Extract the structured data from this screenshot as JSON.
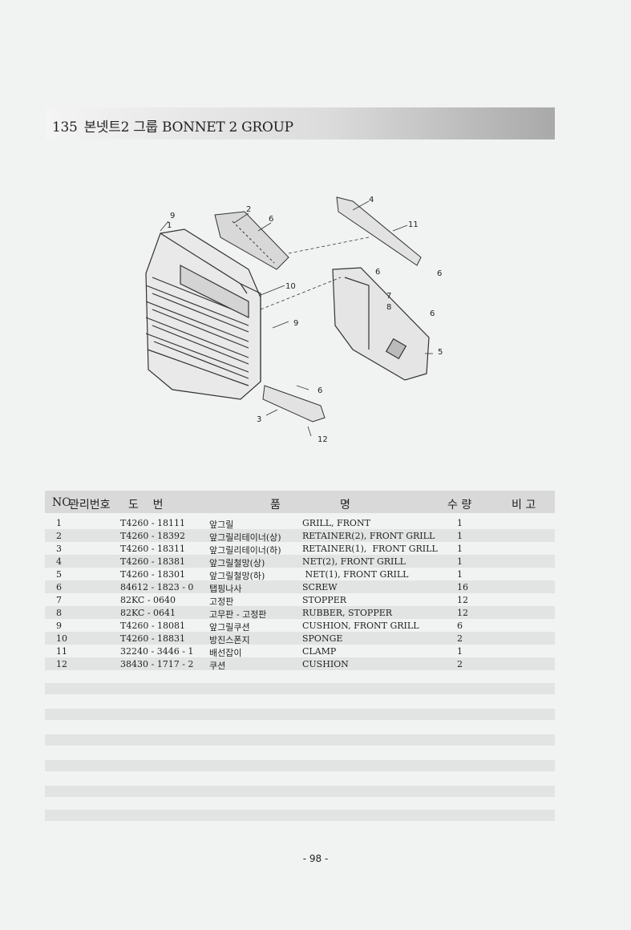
{
  "header": {
    "number": "135",
    "title": "본넷트2 그룹 BONNET 2 GROUP"
  },
  "diagram": {
    "callouts": [
      "9",
      "1",
      "2",
      "6",
      "4",
      "11",
      "6",
      "6",
      "10",
      "9",
      "7",
      "8",
      "6",
      "5",
      "6",
      "3",
      "12"
    ]
  },
  "table": {
    "headers": {
      "no": "NO",
      "mgmt": "관리번호",
      "part_no": "도    번",
      "name_a": "품",
      "name_b": "명",
      "qty": "수 량",
      "remarks": "비 고"
    },
    "rows": [
      {
        "no": "1",
        "part": "T4260 - 18111",
        "ko": "앞그릴",
        "en": "GRILL, FRONT",
        "qty": "1"
      },
      {
        "no": "2",
        "part": "T4260 - 18392",
        "ko": "앞그릴리테이너(상)",
        "en": "RETAINER(2), FRONT GRILL",
        "qty": "1"
      },
      {
        "no": "3",
        "part": "T4260 - 18311",
        "ko": "앞그릴리테이너(하)",
        "en": "RETAINER(1),  FRONT GRILL",
        "qty": "1"
      },
      {
        "no": "4",
        "part": "T4260 - 18381",
        "ko": "앞그릴철망(상)",
        "en": "NET(2), FRONT GRILL",
        "qty": "1"
      },
      {
        "no": "5",
        "part": "T4260 - 18301",
        "ko": "앞그릴철망(하)",
        "en": " NET(1), FRONT GRILL",
        "qty": "1"
      },
      {
        "no": "6",
        "part": "84612 - 1823 - 0",
        "ko": "탭핑나사",
        "en": "SCREW",
        "qty": "16"
      },
      {
        "no": "7",
        "part": "82KC - 0640",
        "ko": "고정판",
        "en": "STOPPER",
        "qty": "12"
      },
      {
        "no": "8",
        "part": "82KC - 0641",
        "ko": "고무판 - 고정판",
        "en": "RUBBER, STOPPER",
        "qty": "12"
      },
      {
        "no": "9",
        "part": "T4260 - 18081",
        "ko": "앞그릴쿠션",
        "en": "CUSHION, FRONT GRILL",
        "qty": "6"
      },
      {
        "no": "10",
        "part": "T4260 - 18831",
        "ko": "방진스폰지",
        "en": "SPONGE",
        "qty": "2"
      },
      {
        "no": "11",
        "part": "32240 - 3446 - 1",
        "ko": "배선잡이",
        "en": "CLAMP",
        "qty": "1"
      },
      {
        "no": "12",
        "part": "38430 - 1717 - 2",
        "ko": "쿠션",
        "en": "CUSHION",
        "qty": "2"
      }
    ]
  },
  "footer": {
    "page": "- 98 -"
  }
}
